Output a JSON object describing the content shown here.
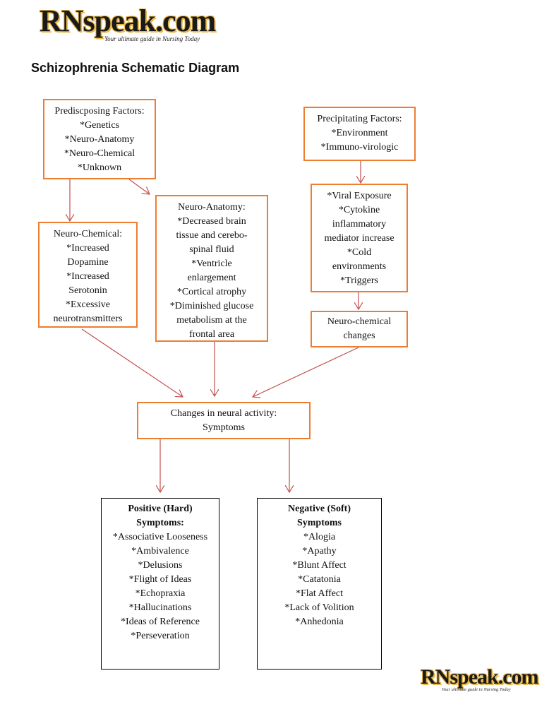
{
  "logo": {
    "brand": "RNspeak.com",
    "tagline": "Your ultimate guide in Nursing Today"
  },
  "title": "Schizophrenia Schematic Diagram",
  "nodes": {
    "predisposing": [
      "Prediscposing Factors:",
      "*Genetics",
      "*Neuro-Anatomy",
      "*Neuro-Chemical",
      "*Unknown"
    ],
    "precipitating": [
      "Precipitating Factors:",
      "*Environment",
      "*Immuno-virologic"
    ],
    "neuro_anatomy": [
      "Neuro-Anatomy:",
      "*Decreased brain",
      "tissue and cerebo-",
      "spinal fluid",
      "*Ventricle",
      "enlargement",
      "*Cortical atrophy",
      "*Diminished glucose",
      "metabolism at the",
      "frontal area"
    ],
    "neuro_chemical": [
      "Neuro-Chemical:",
      "*Increased",
      "Dopamine",
      "*Increased",
      "Serotonin",
      "*Excessive",
      "neurotransmitters"
    ],
    "viral": [
      "*Viral Exposure",
      "*Cytokine",
      "inflammatory",
      "mediator increase",
      "*Cold",
      "environments",
      "*Triggers"
    ],
    "neuro_chem_changes": [
      "Neuro-chemical",
      "changes"
    ],
    "neural_activity": [
      "Changes in neural activity:",
      "Symptoms"
    ],
    "positive": {
      "heading": [
        "Positive (Hard)",
        "Symptoms:"
      ],
      "items": [
        "*Associative Looseness",
        "*Ambivalence",
        "*Delusions",
        "*Flight of Ideas",
        "*Echopraxia",
        "*Hallucinations",
        "*Ideas of Reference",
        "*Perseveration"
      ]
    },
    "negative": {
      "heading": [
        "Negative (Soft)",
        "Symptoms"
      ],
      "items": [
        "*Alogia",
        "*Apathy",
        "*Blunt Affect",
        "*Catatonia",
        "*Flat Affect",
        "*Lack of Volition",
        "*Anhedonia"
      ]
    }
  },
  "colors": {
    "box_border": "#ed7d31",
    "arrow": "#c0504d"
  }
}
